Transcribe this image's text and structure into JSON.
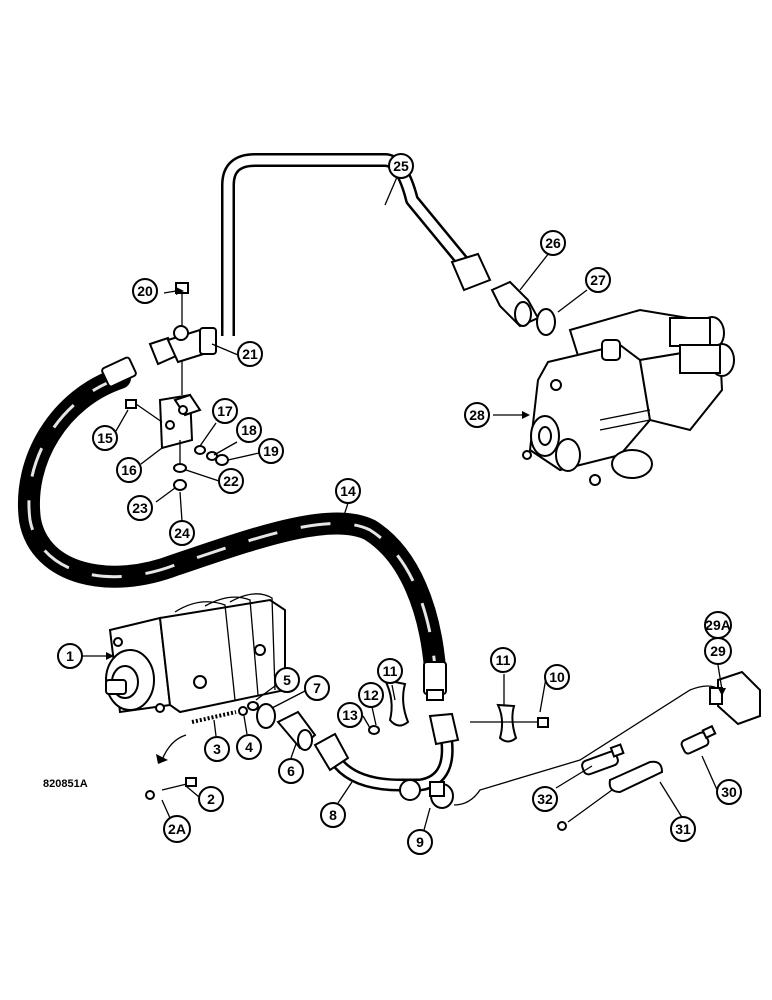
{
  "figure": {
    "reference": "820851A"
  },
  "callouts": [
    {
      "id": "1"
    },
    {
      "id": "2"
    },
    {
      "id": "2A"
    },
    {
      "id": "3"
    },
    {
      "id": "4"
    },
    {
      "id": "5"
    },
    {
      "id": "6"
    },
    {
      "id": "7"
    },
    {
      "id": "8"
    },
    {
      "id": "9"
    },
    {
      "id": "10"
    },
    {
      "id": "11"
    },
    {
      "id": "11"
    },
    {
      "id": "12"
    },
    {
      "id": "13"
    },
    {
      "id": "14"
    },
    {
      "id": "15"
    },
    {
      "id": "16"
    },
    {
      "id": "17"
    },
    {
      "id": "18"
    },
    {
      "id": "19"
    },
    {
      "id": "20"
    },
    {
      "id": "21"
    },
    {
      "id": "22"
    },
    {
      "id": "23"
    },
    {
      "id": "24"
    },
    {
      "id": "25"
    },
    {
      "id": "26"
    },
    {
      "id": "27"
    },
    {
      "id": "28"
    },
    {
      "id": "29A"
    },
    {
      "id": "29"
    },
    {
      "id": "30"
    },
    {
      "id": "31"
    },
    {
      "id": "32"
    }
  ]
}
